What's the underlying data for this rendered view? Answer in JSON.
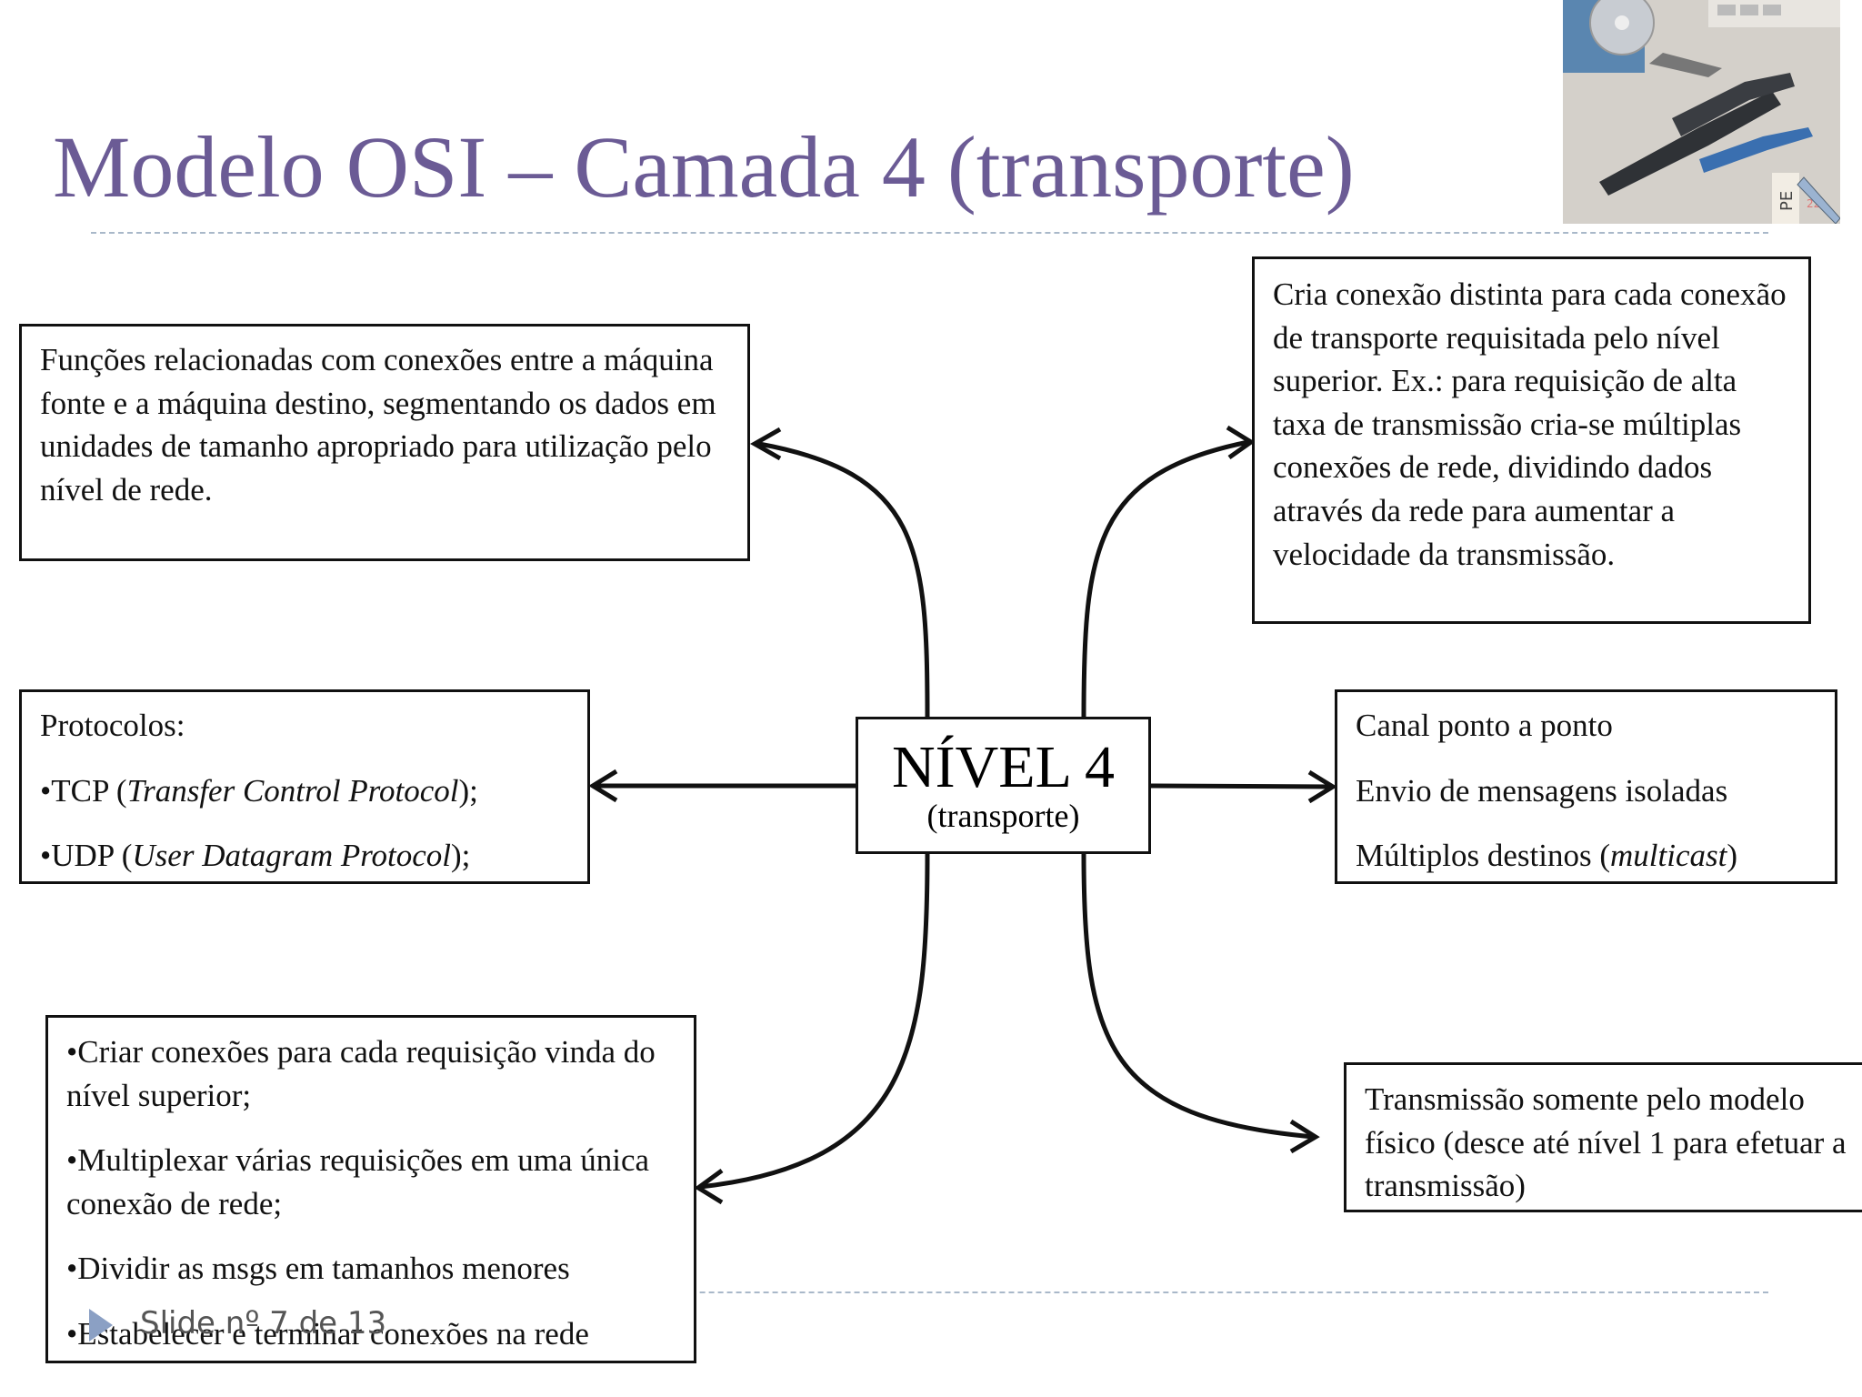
{
  "slide": {
    "title": "Modelo OSI – Camada 4 (transporte)",
    "footer": "Slide nº 7 de 13"
  },
  "center": {
    "title": "NÍVEL 4",
    "subtitle": "(transporte)"
  },
  "boxes": {
    "functions": "Funções relacionadas com conexões entre a máquina fonte e a máquina destino, segmentando os dados em unidades de tamanho apropriado para utilização pelo nível de rede.",
    "distinct_connection": "Cria conexão distinta para cada conexão de transporte requisitada pelo nível superior. Ex.: para requisição de alta taxa de transmissão cria-se múltiplas conexões de rede, dividindo dados através da rede para aumentar a velocidade da transmissão.",
    "protocols": {
      "heading": "Protocolos:",
      "tcp_prefix": "•TCP (",
      "tcp_name": "Transfer Control Protocol",
      "tcp_suffix": ");",
      "udp_prefix": "•UDP (",
      "udp_name": "User Datagram Protocol",
      "udp_suffix": ");"
    },
    "channel": {
      "line1": "Canal ponto a ponto",
      "line2": "Envio de mensagens isoladas",
      "line3_prefix": "Múltiplos destinos (",
      "line3_italic": "multicast",
      "line3_suffix": ")"
    },
    "tasks": [
      "•Criar conexões para cada requisição vinda do nível superior;",
      "•Multiplexar várias requisições em uma única conexão de rede;",
      "•Dividir as msgs em tamanhos menores",
      "•Estabelecer e terminar conexões na rede"
    ],
    "physical": "Transmissão somente pelo modelo físico (desce até nível 1 para efetuar a transmissão)"
  },
  "photo": {
    "label_letters": "PE",
    "date": "22"
  },
  "colors": {
    "title": "#6b5b95",
    "rule": "#a9b8c9",
    "footer_triangle": "#8ba0c4"
  }
}
